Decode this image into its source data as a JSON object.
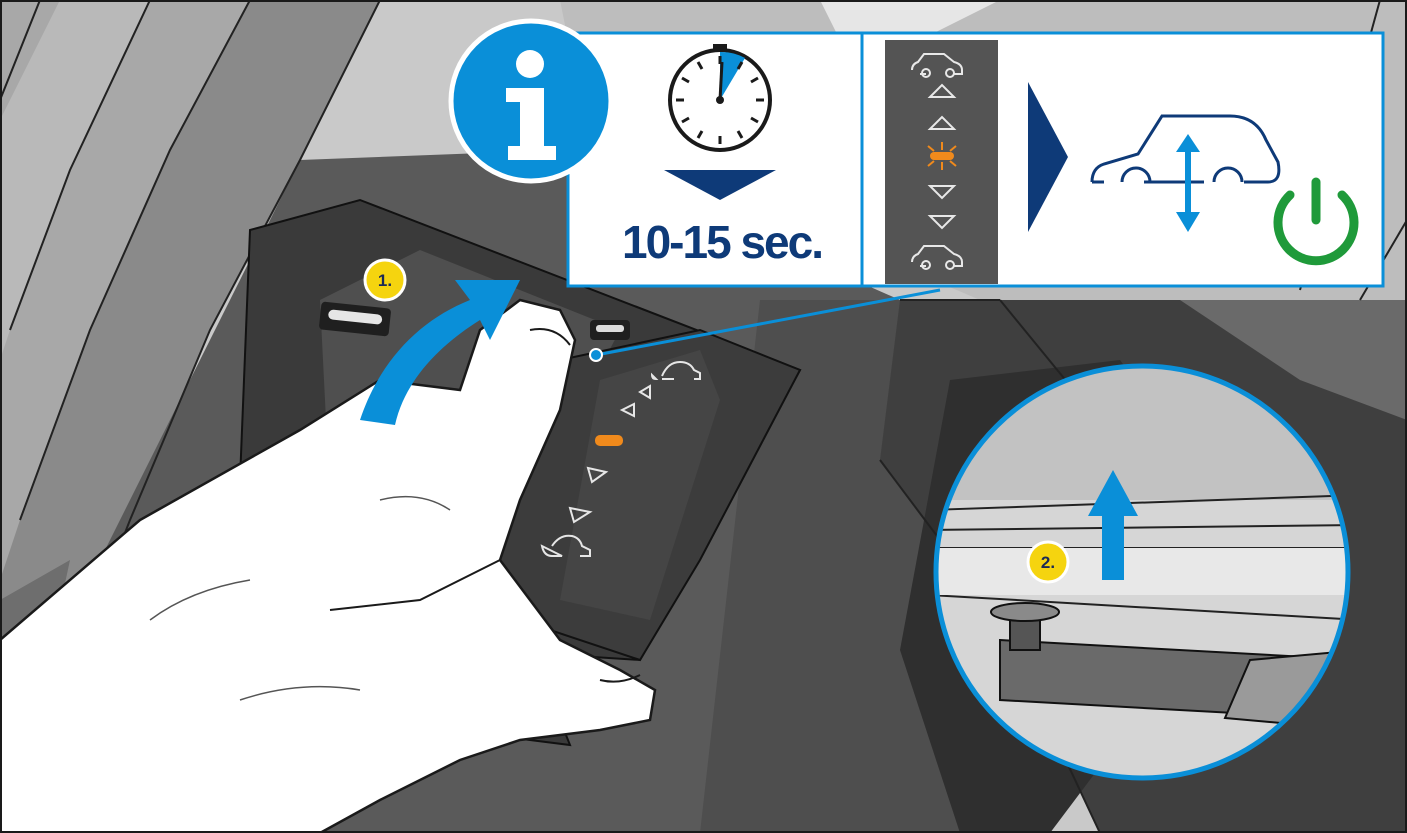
{
  "info_panel": {
    "info_icon": "info-icon",
    "timer_icon": "stopwatch-icon",
    "duration_text": "10-15 sec.",
    "indicator_column": [
      "car-raise-icon",
      "up-triangle",
      "up-triangle",
      "orange-led-blinking",
      "down-triangle",
      "down-triangle",
      "car-lower-icon"
    ],
    "result_icon": "car-height-adjust-icon",
    "power_icon": "power-icon"
  },
  "steps": [
    {
      "label": "1.",
      "action": "press-switch-up-arrow"
    },
    {
      "label": "2.",
      "action": "lift-up-arrow"
    }
  ],
  "colors": {
    "accent_blue": "#0a8fd8",
    "dark_navy": "#0e3a78",
    "step_badge": "#f5d40f",
    "led_orange": "#f08a1c",
    "power_green": "#1f9a3a",
    "console_dark": "#4a4a4a"
  }
}
